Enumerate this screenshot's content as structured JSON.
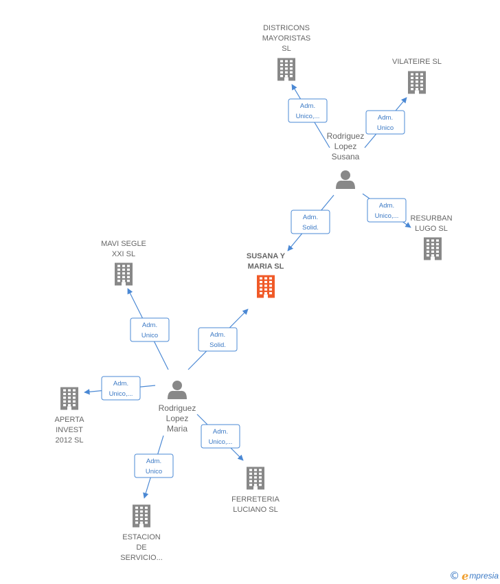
{
  "colors": {
    "building": "#888888",
    "focus": "#f05a28",
    "person": "#888888",
    "edge": "#4a88d4"
  },
  "companies": [
    {
      "id": "districons",
      "label": [
        "DISTRICONS",
        "MAYORISTAS",
        "SL"
      ],
      "focus": false,
      "icon": "building-icon"
    },
    {
      "id": "vilateire",
      "label": [
        "VILATEIRE SL"
      ],
      "focus": false,
      "icon": "building-icon"
    },
    {
      "id": "resurban",
      "label": [
        "RESURBAN",
        "LUGO  SL"
      ],
      "focus": false,
      "icon": "building-icon"
    },
    {
      "id": "susana",
      "label": [
        "SUSANA Y",
        "MARIA  SL"
      ],
      "focus": true,
      "icon": "building-icon"
    },
    {
      "id": "mavi",
      "label": [
        "MAVI SEGLE",
        "XXI  SL"
      ],
      "focus": false,
      "icon": "building-icon"
    },
    {
      "id": "aperta",
      "label": [
        "APERTA",
        "INVEST",
        "2012  SL"
      ],
      "focus": false,
      "icon": "building-icon"
    },
    {
      "id": "estacion",
      "label": [
        "ESTACION",
        "DE",
        "SERVICIO..."
      ],
      "focus": false,
      "icon": "building-icon"
    },
    {
      "id": "ferreteria",
      "label": [
        "FERRETERIA",
        "LUCIANO SL"
      ],
      "focus": false,
      "icon": "building-icon"
    }
  ],
  "persons": [
    {
      "id": "rsusana",
      "label": [
        "Rodriguez",
        "Lopez",
        "Susana"
      ],
      "icon": "person-icon"
    },
    {
      "id": "rmaria",
      "label": [
        "Rodriguez",
        "Lopez",
        "Maria"
      ],
      "icon": "person-icon"
    }
  ],
  "edges": [
    {
      "from": "rsusana",
      "to": "districons",
      "label": [
        "Adm.",
        "Unico,..."
      ]
    },
    {
      "from": "rsusana",
      "to": "vilateire",
      "label": [
        "Adm.",
        "Unico"
      ]
    },
    {
      "from": "rsusana",
      "to": "resurban",
      "label": [
        "Adm.",
        "Unico,..."
      ]
    },
    {
      "from": "rsusana",
      "to": "susana",
      "label": [
        "Adm.",
        "Solid."
      ]
    },
    {
      "from": "rmaria",
      "to": "mavi",
      "label": [
        "Adm.",
        "Unico"
      ]
    },
    {
      "from": "rmaria",
      "to": "susana",
      "label": [
        "Adm.",
        "Solid."
      ]
    },
    {
      "from": "rmaria",
      "to": "aperta",
      "label": [
        "Adm.",
        "Unico,..."
      ]
    },
    {
      "from": "rmaria",
      "to": "estacion",
      "label": [
        "Adm.",
        "Unico"
      ]
    },
    {
      "from": "rmaria",
      "to": "ferreteria",
      "label": [
        "Adm.",
        "Unico,..."
      ]
    }
  ],
  "footer": {
    "copyright": "©",
    "brand_initial": "e",
    "brand_rest": "mpresia"
  }
}
